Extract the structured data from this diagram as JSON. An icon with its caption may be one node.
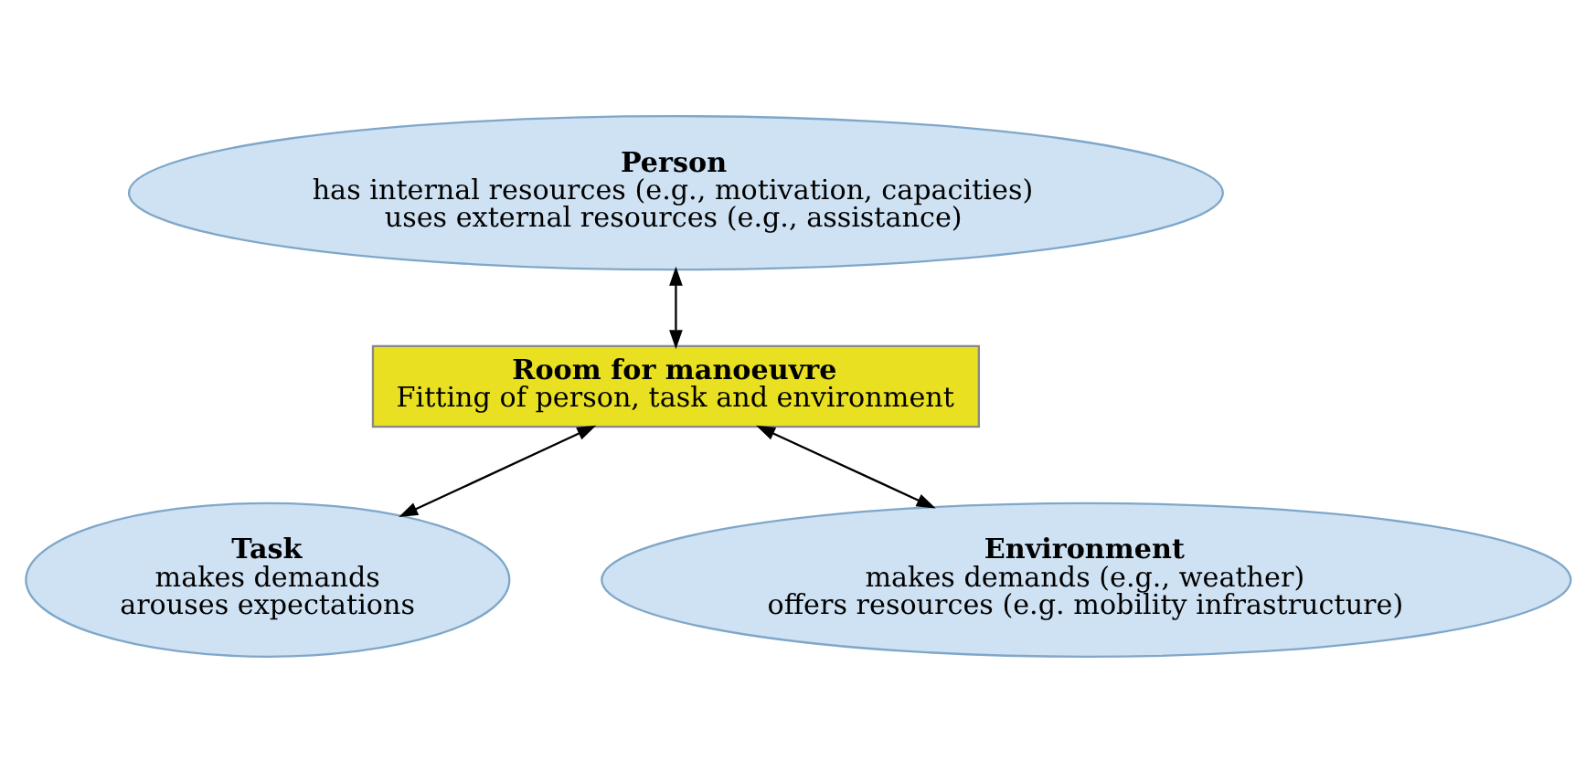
{
  "diagram": {
    "nodes": [
      {
        "text": [
          "Person",
          "has internal resources (e.g., motivation, capacities)",
          "uses external resources (e.g., assistance)"
        ]
      },
      {
        "text": [
          "Room for manoeuvre",
          "Fitting of person, task and environment"
        ]
      },
      {
        "text": [
          "Task",
          "makes demands",
          "arouses expectations"
        ]
      },
      {
        "text": [
          "Environment",
          "makes demands (e.g., weather)",
          "offers resources (e.g. mobility infrastructure)"
        ]
      }
    ],
    "edges": [
      {
        "from": 0,
        "to": 1,
        "arrow": "both"
      },
      {
        "from": 1,
        "to": 2,
        "arrow": "both"
      },
      {
        "from": 1,
        "to": 3,
        "arrow": "both"
      }
    ]
  }
}
